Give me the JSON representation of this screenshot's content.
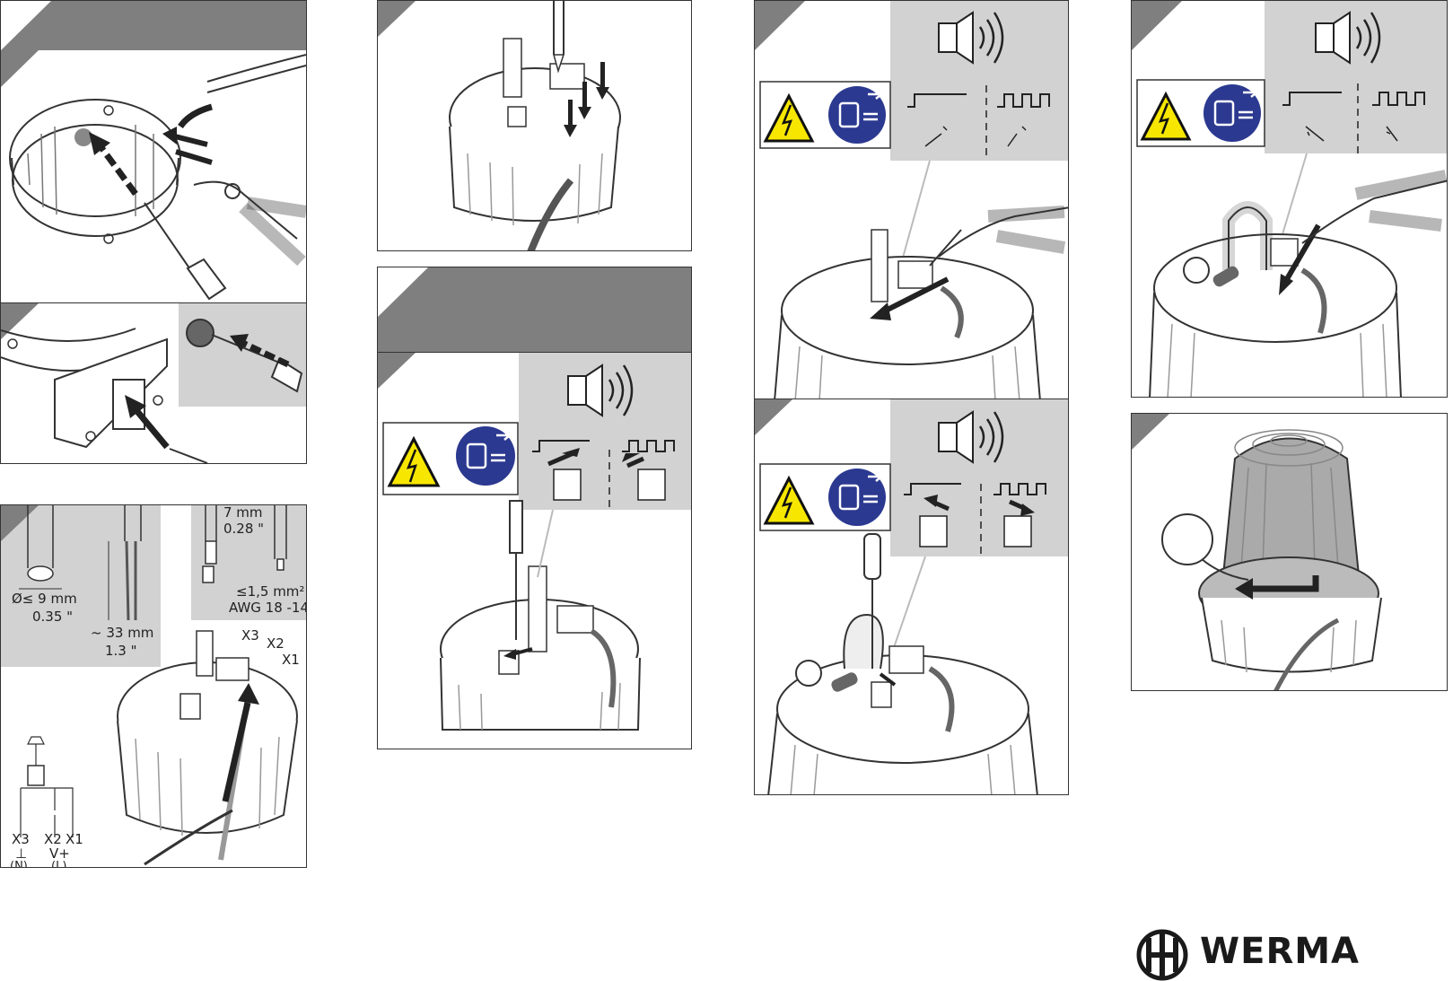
{
  "cable_prep": {
    "diameter": "Ø≤ 9 mm",
    "diameter_in": "0.35 \"",
    "strip_length": "~ 33 mm",
    "strip_length_in": "1.3 \"",
    "ferrule_length": "7 mm",
    "ferrule_length_in": "0.28 \"",
    "cross_section": "≤1,5 mm²",
    "awg": "AWG 18 -14"
  },
  "terminals": {
    "x3": "X3",
    "x2": "X2",
    "x1": "X1"
  },
  "schematic": {
    "x3": "X3",
    "x2": "X2",
    "x1": "X1",
    "ground": "⊥",
    "v_plus": "V+",
    "neutral": "(N)",
    "line": "(L)"
  },
  "brand": {
    "name": "WERMA"
  },
  "colors": {
    "panel_header": "#7f7f7f",
    "grey_box": "#d2d2d2",
    "warning_yellow": "#f7e700",
    "mandatory_blue": "#2b3990"
  }
}
